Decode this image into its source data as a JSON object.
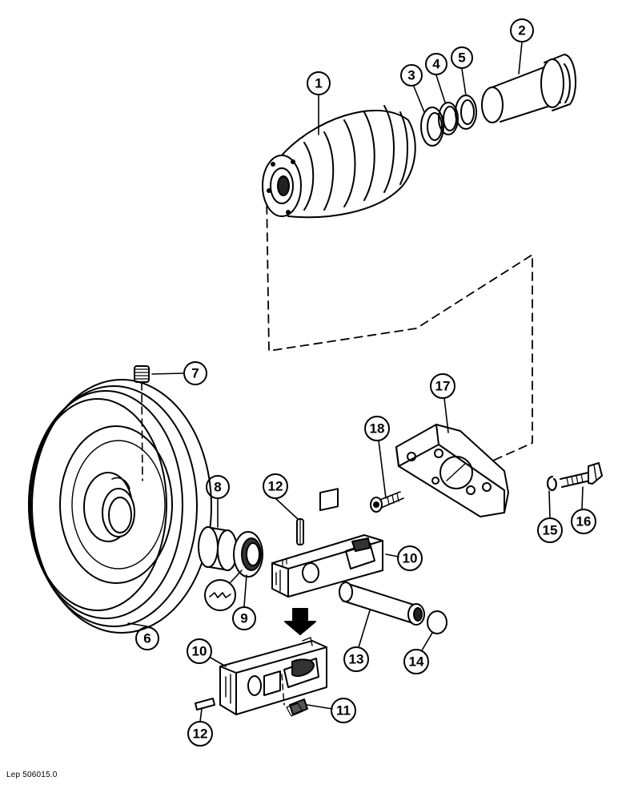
{
  "diagram": {
    "callouts": [
      {
        "id": "c1",
        "label": "1"
      },
      {
        "id": "c2",
        "label": "2"
      },
      {
        "id": "c3",
        "label": "3"
      },
      {
        "id": "c4",
        "label": "4"
      },
      {
        "id": "c5",
        "label": "5"
      },
      {
        "id": "c6",
        "label": "6"
      },
      {
        "id": "c7",
        "label": "7"
      },
      {
        "id": "c8",
        "label": "8"
      },
      {
        "id": "c9",
        "label": "9"
      },
      {
        "id": "c10a",
        "label": "10"
      },
      {
        "id": "c10b",
        "label": "10"
      },
      {
        "id": "c11",
        "label": "11"
      },
      {
        "id": "c12a",
        "label": "12"
      },
      {
        "id": "c12b",
        "label": "12"
      },
      {
        "id": "c13",
        "label": "13"
      },
      {
        "id": "c14",
        "label": "14"
      },
      {
        "id": "c15",
        "label": "15"
      },
      {
        "id": "c16",
        "label": "16"
      },
      {
        "id": "c17",
        "label": "17"
      },
      {
        "id": "c18",
        "label": "18"
      }
    ]
  },
  "footer": {
    "reference": "Lep 506015.0"
  }
}
